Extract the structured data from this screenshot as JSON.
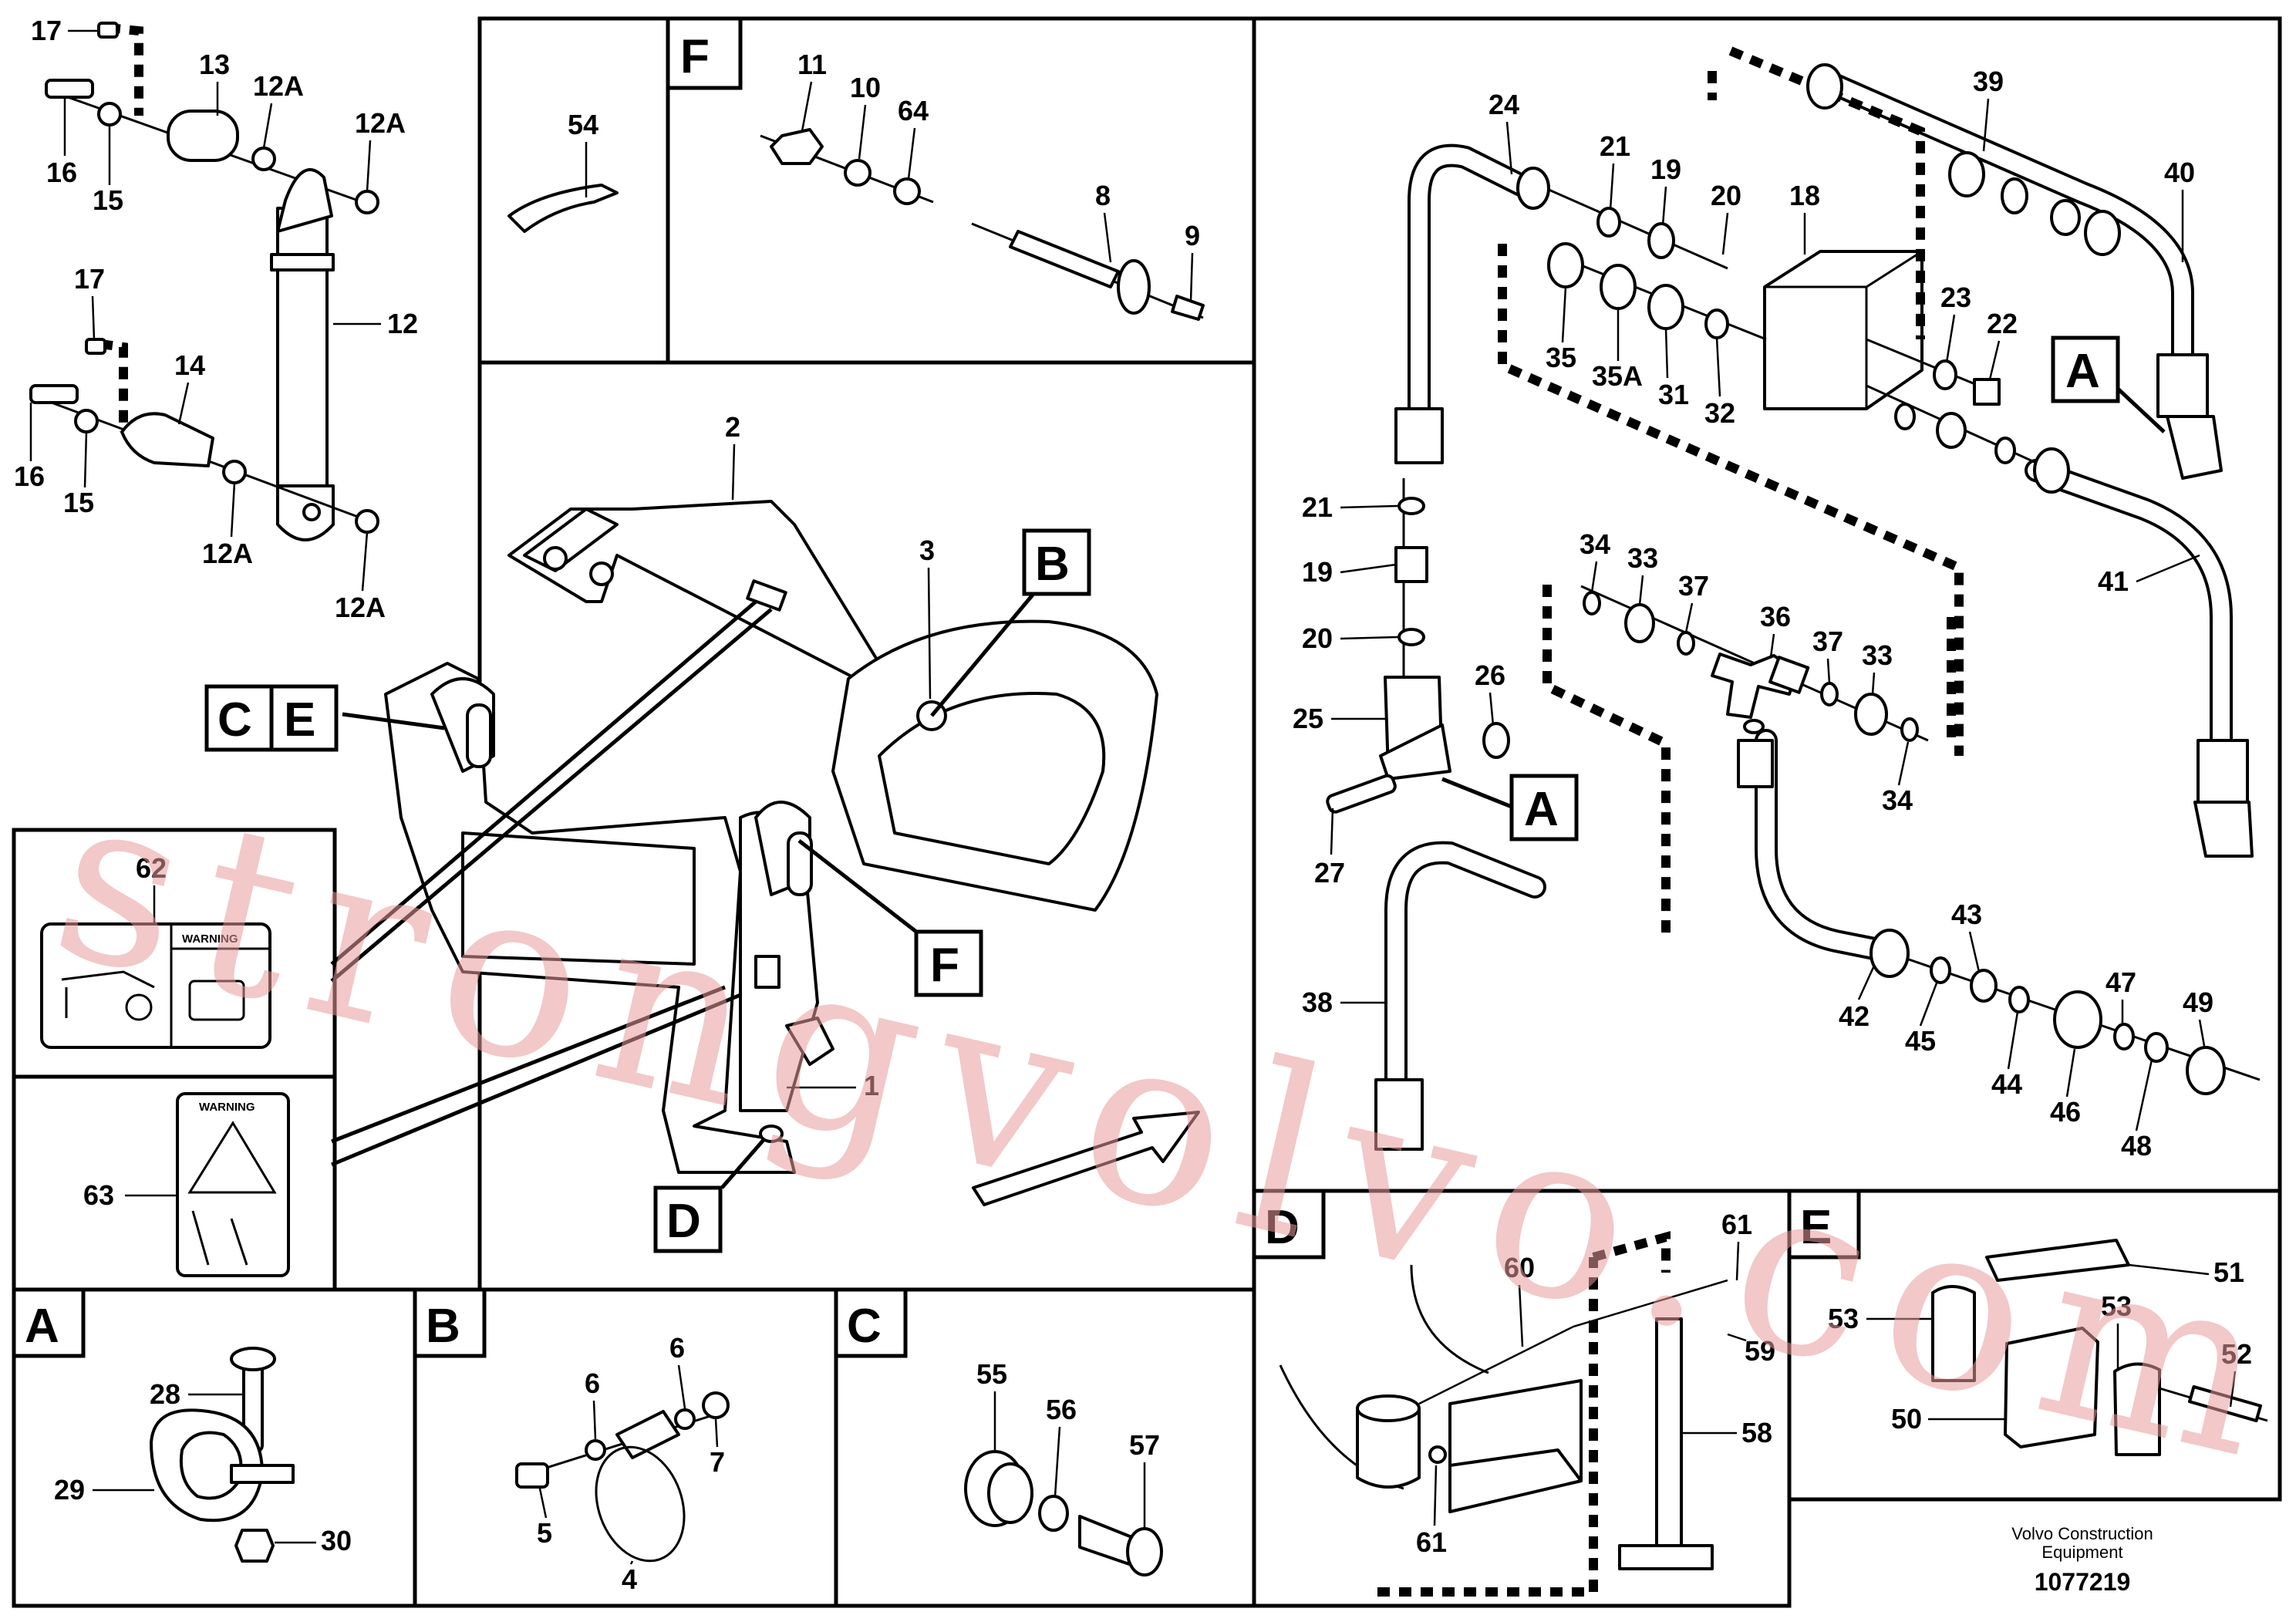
{
  "watermark": "strongvolvo.com",
  "footer": {
    "company_line1": "Volvo Construction",
    "company_line2": "Equipment",
    "drawing_number": "1077219"
  },
  "warning_text": "WARNING",
  "sections": {
    "F": "F",
    "A": "A",
    "B": "B",
    "C": "C",
    "D": "D",
    "E": "E"
  },
  "callout_boxes": {
    "C": "C",
    "E": "E",
    "B": "B",
    "D": "D",
    "F": "F",
    "A1": "A",
    "A2": "A"
  },
  "labels": {
    "p17a": "17",
    "p13": "13",
    "p12Aa": "12A",
    "p12Ab": "12A",
    "p16a": "16",
    "p15a": "15",
    "p17b": "17",
    "p14": "14",
    "p12": "12",
    "p16b": "16",
    "p15b": "15",
    "p12Ac": "12A",
    "p12Ad": "12A",
    "p54": "54",
    "p11": "11",
    "p10": "10",
    "p64": "64",
    "p8": "8",
    "p9": "9",
    "p2": "2",
    "p3": "3",
    "p1": "1",
    "p62": "62",
    "p63": "63",
    "p24": "24",
    "p21a": "21",
    "p19a": "19",
    "p20a": "20",
    "p18": "18",
    "p39": "39",
    "p40": "40",
    "p35": "35",
    "p35A": "35A",
    "p31": "31",
    "p32": "32",
    "p23": "23",
    "p22": "22",
    "p21b": "21",
    "p19b": "19",
    "p20b": "20",
    "p25": "25",
    "p26": "26",
    "p27": "27",
    "p34a": "34",
    "p33a": "33",
    "p37a": "37",
    "p36": "36",
    "p37b": "37",
    "p33b": "33",
    "p34b": "34",
    "p41": "41",
    "p38": "38",
    "p42": "42",
    "p45": "45",
    "p43": "43",
    "p44": "44",
    "p46": "46",
    "p47": "47",
    "p48": "48",
    "p49": "49",
    "p28": "28",
    "p29": "29",
    "p30": "30",
    "p6a": "6",
    "p6b": "6",
    "p7": "7",
    "p5": "5",
    "p4": "4",
    "p55": "55",
    "p56": "56",
    "p57": "57",
    "p60": "60",
    "p61a": "61",
    "p59": "59",
    "p58": "58",
    "p61b": "61",
    "p51": "51",
    "p53a": "53",
    "p53b": "53",
    "p52": "52",
    "p50": "50"
  }
}
